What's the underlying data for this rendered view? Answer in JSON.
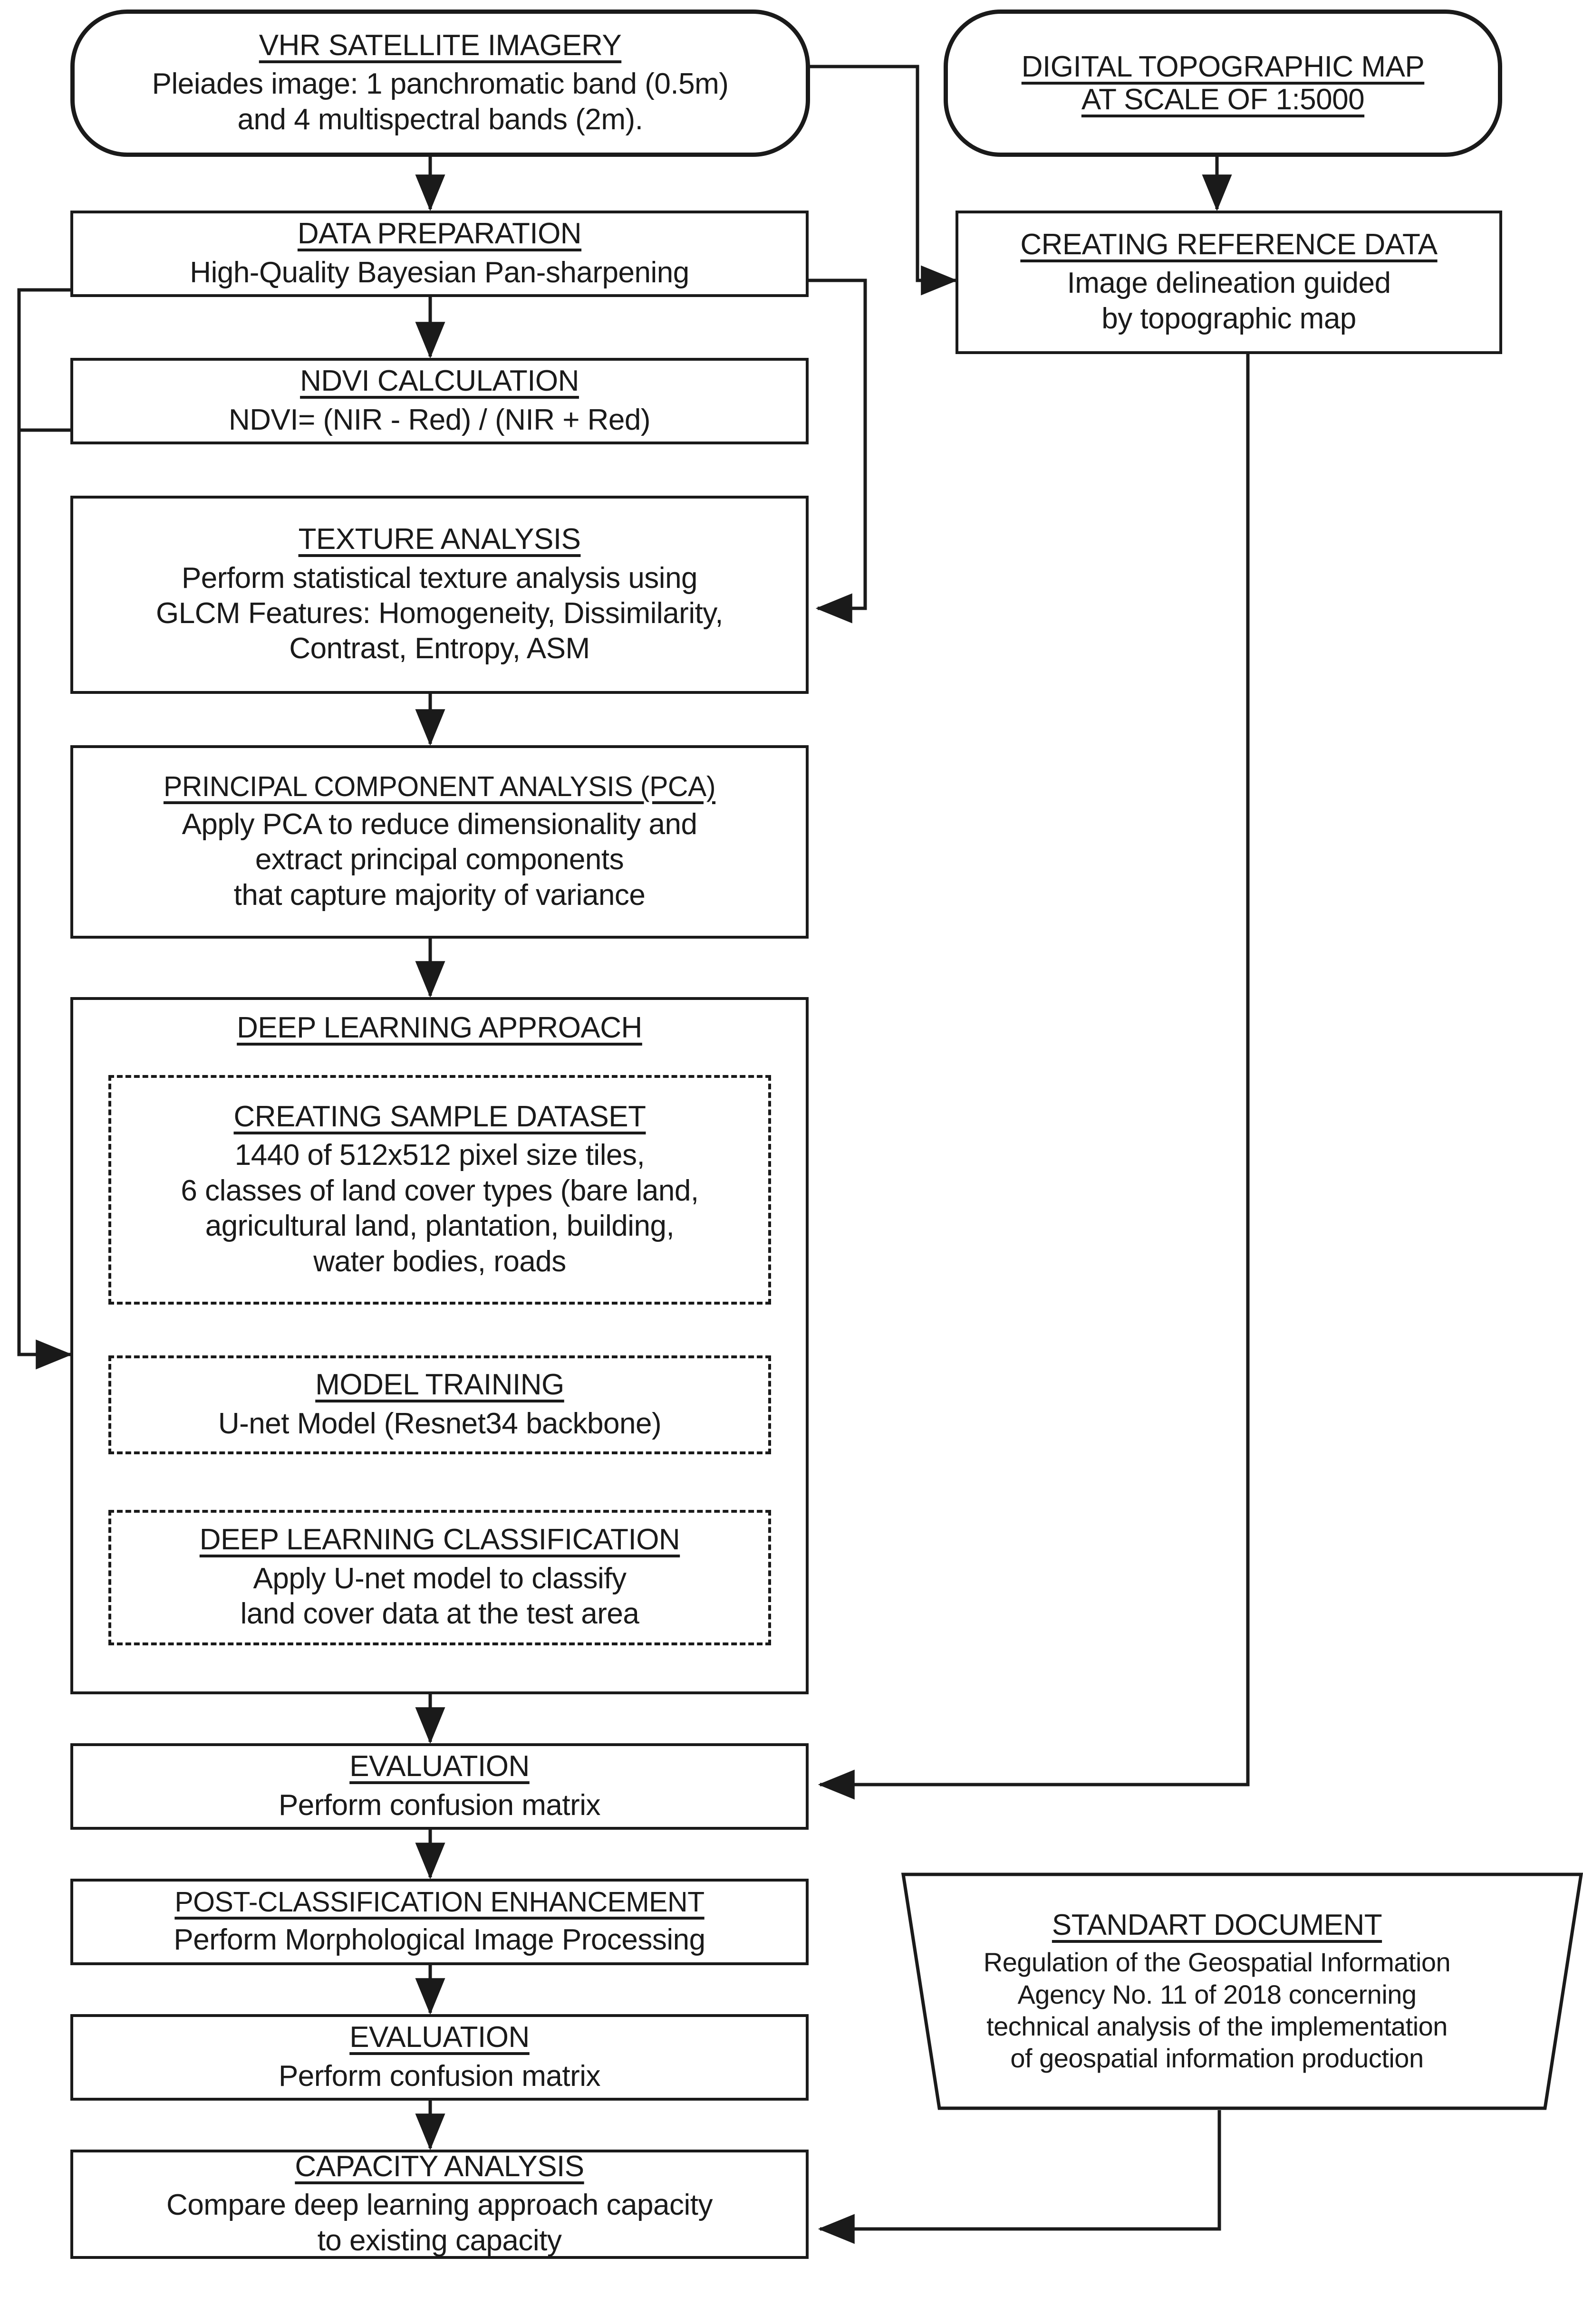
{
  "diagram": {
    "title": "Land cover classification methodology flowchart",
    "stroke_color": "#1a1a1a",
    "background_color": "#ffffff"
  },
  "nodes": {
    "vhr_satellite_imagery": {
      "title": "VHR SATELLITE IMAGERY",
      "body": "Pleiades image: 1 panchromatic band (0.5m)\nand 4 multispectral bands (2m)."
    },
    "digital_topographic_map": {
      "title": "DIGITAL TOPOGRAPHIC MAP\nAT SCALE OF 1:5000",
      "body": ""
    },
    "data_preparation": {
      "title": "DATA PREPARATION",
      "body": "High-Quality Bayesian Pan-sharpening"
    },
    "creating_reference_data": {
      "title": "CREATING REFERENCE DATA",
      "body": "Image delineation guided\nby topographic map"
    },
    "ndvi_calculation": {
      "title": "NDVI CALCULATION",
      "body": "NDVI= (NIR - Red) / (NIR + Red)"
    },
    "texture_analysis": {
      "title": "TEXTURE ANALYSIS",
      "body": "Perform statistical texture analysis using\nGLCM Features: Homogeneity, Dissimilarity,\nContrast, Entropy, ASM"
    },
    "principal_component_analysis": {
      "title": "PRINCIPAL COMPONENT ANALYSIS (PCA)",
      "body": "Apply PCA to reduce dimensionality and\nextract principal components\nthat capture majority of variance"
    },
    "deep_learning_approach": {
      "title": "DEEP LEARNING APPROACH",
      "body": ""
    },
    "creating_sample_dataset": {
      "title": "CREATING SAMPLE DATASET",
      "body": "1440 of 512x512 pixel size tiles,\n6 classes of land cover types (bare land,\nagricultural land, plantation, building,\nwater bodies, roads"
    },
    "model_training": {
      "title": "MODEL TRAINING",
      "body": "U-net Model (Resnet34 backbone)"
    },
    "deep_learning_classification": {
      "title": "DEEP LEARNING CLASSIFICATION",
      "body": "Apply U-net model to classify\nland cover data at the test area"
    },
    "evaluation_one": {
      "title": "EVALUATION",
      "body": "Perform confusion matrix"
    },
    "post_classification_enhancement": {
      "title": "POST-CLASSIFICATION ENHANCEMENT",
      "body": "Perform Morphological Image Processing"
    },
    "evaluation_two": {
      "title": "EVALUATION",
      "body": "Perform confusion matrix"
    },
    "standart_document": {
      "title": "STANDART DOCUMENT",
      "body": "Regulation of the Geospatial Information\nAgency No. 11 of 2018 concerning\ntechnical analysis of the implementation\nof geospatial information production"
    },
    "capacity_analysis": {
      "title": "CAPACITY ANALYSIS",
      "body": "Compare deep learning approach capacity\nto existing capacity"
    }
  }
}
